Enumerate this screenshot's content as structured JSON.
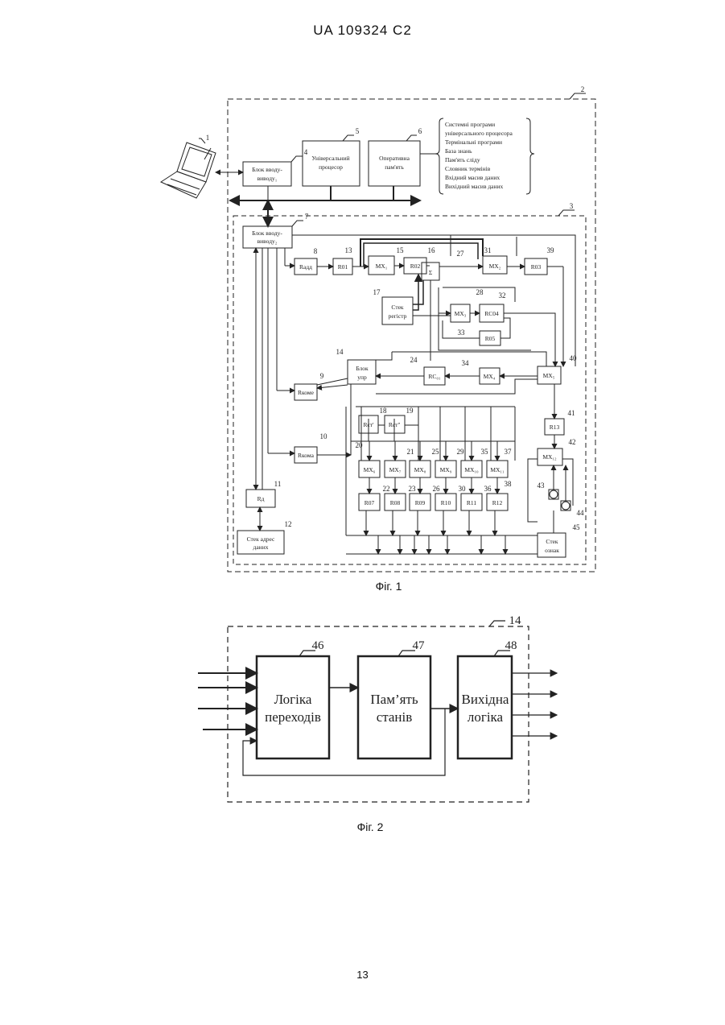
{
  "header": "UA   109324   C2",
  "page_number": "13",
  "fig1": {
    "caption": "Фіг. 1",
    "labels": {
      "outer": "2",
      "inner": "3",
      "laptop": "1",
      "io1_num": "4",
      "cpu_num": "5",
      "ram_num": "6",
      "io2_num": "7",
      "n8": "8",
      "n9": "9",
      "n10": "10",
      "n11": "11",
      "n12": "12",
      "n13": "13",
      "n14": "14",
      "n15": "15",
      "n16": "16",
      "n17": "17",
      "n18": "18",
      "n19": "19",
      "n20": "20",
      "n21": "21",
      "n22": "22",
      "n23": "23",
      "n24": "24",
      "n25": "25",
      "n26": "26",
      "n27": "27",
      "n28": "28",
      "n29": "29",
      "n30": "30",
      "n31": "31",
      "n32": "32",
      "n33": "33",
      "n34": "34",
      "n35": "35",
      "n36": "36",
      "n37": "37",
      "n38": "38",
      "n39": "39",
      "n40": "40",
      "n41": "41",
      "n42": "42",
      "n43": "43",
      "n44": "44",
      "n45": "45"
    },
    "blocks": {
      "io1": [
        "Блок вводу-",
        "виводу₁"
      ],
      "cpu": [
        "Універсальний",
        "процесор"
      ],
      "ram": [
        "Оперативна",
        "пам'ять"
      ],
      "io2": [
        "Блок вводу-",
        "виводу₂"
      ],
      "stack_reg": [
        "Стек",
        "регістр"
      ],
      "ctrl": [
        "Блок",
        "упр"
      ],
      "stack_addr": [
        "Стек адрес",
        "даних"
      ],
      "stack_sign": [
        "Стек",
        "ознак"
      ],
      "r_addr": "Rадд",
      "r01": "R01",
      "mx1": "MX₁",
      "r02": "R02",
      "sum": "Σ",
      "mx2": "MX₂",
      "r03": "R03",
      "mx3": "MX₃",
      "rc04": "RC04",
      "r05": "R05",
      "rc0": "RC₀₁",
      "mx4": "MX₄",
      "mx5": "MX₅",
      "r_com1": "Rкоме",
      "r_com2": "Rкома",
      "r_d": "Rд",
      "r_st1": "Rст'",
      "r_st2": "Rст''",
      "mx6": "MX₆",
      "mx7": "MX₇",
      "mx8": "MX₈",
      "mx9": "MX₉",
      "mx10": "MX₁₀",
      "mx11": "MX₁₁",
      "r07": "R07",
      "r08": "R08",
      "r09": "R09",
      "r10": "R10",
      "r11": "R11",
      "r12": "R12",
      "r13": "R13",
      "mx12": "MX₁₂"
    },
    "memory_list": [
      "Системні програми",
      "універсального процесора",
      "Термінальні програми",
      "База знань",
      "Пам'ять сліду",
      "Словник термінів",
      "Вхідний масив даних",
      "Вихідний масив даних"
    ]
  },
  "fig2": {
    "caption": "Фіг. 2",
    "outer_num": "14",
    "blocks": [
      {
        "num": "46",
        "lines": [
          "Логіка",
          "переходів"
        ]
      },
      {
        "num": "47",
        "lines": [
          "Пам’ять",
          "станів"
        ]
      },
      {
        "num": "48",
        "lines": [
          "Вихідна",
          "логіка"
        ]
      }
    ]
  }
}
